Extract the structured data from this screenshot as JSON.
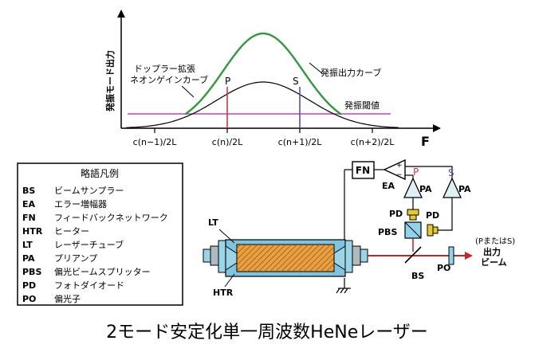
{
  "colors": {
    "doppler_curve": "#000000",
    "output_curve": "#2e9a3a",
    "threshold_line": "#c040c0",
    "mode_p": "#e0303a",
    "mode_s": "#5050c8",
    "tube_body": "#e8a040",
    "tube_window": "#9ad4e6",
    "beam": "#d02020",
    "polarizer_cube": "#8fd4ea",
    "detector": "#e8c830",
    "pa_fill": "#dff0f4"
  },
  "graph": {
    "y_axis_label": "発振モード出力",
    "x_axis_label": "F",
    "doppler_label_line1": "ドップラー拡張",
    "doppler_label_line2": "ネオンゲインカーブ",
    "output_curve_label": "発振出力カーブ",
    "threshold_label": "発振閾値",
    "mode_p_label": "P",
    "mode_s_label": "S",
    "ticks": [
      "c(n−1)/2L",
      "c(n)/2L",
      "c(n+1)/2L",
      "c(n+2)/2L"
    ]
  },
  "legend": {
    "title": "略語凡例",
    "items": [
      {
        "abbr": "BS",
        "desc": "ビームサンプラー"
      },
      {
        "abbr": "EA",
        "desc": "エラー増幅器"
      },
      {
        "abbr": "FN",
        "desc": "フィードバックネットワーク"
      },
      {
        "abbr": "HTR",
        "desc": "ヒーター"
      },
      {
        "abbr": "LT",
        "desc": "レーザーチューブ"
      },
      {
        "abbr": "PA",
        "desc": "プリアンプ"
      },
      {
        "abbr": "PBS",
        "desc": "偏光ビームスプリッター"
      },
      {
        "abbr": "PD",
        "desc": "フォトダイオード"
      },
      {
        "abbr": "PO",
        "desc": "偏光子"
      }
    ]
  },
  "schematic": {
    "fn": "FN",
    "ea": "EA",
    "pa_p": "PA",
    "pa_s": "PA",
    "p": "P",
    "s": "S",
    "plus": "+",
    "minus": "−",
    "pd_p": "PD",
    "pd_s": "PD",
    "pbs": "PBS",
    "lt": "LT",
    "htr": "HTR",
    "bs": "BS",
    "po": "PO",
    "output_note": "(PまたはS)",
    "output_line1": "出力",
    "output_line2": "ビーム"
  },
  "title": "2モード安定化単一周波数HeNeレーザー"
}
